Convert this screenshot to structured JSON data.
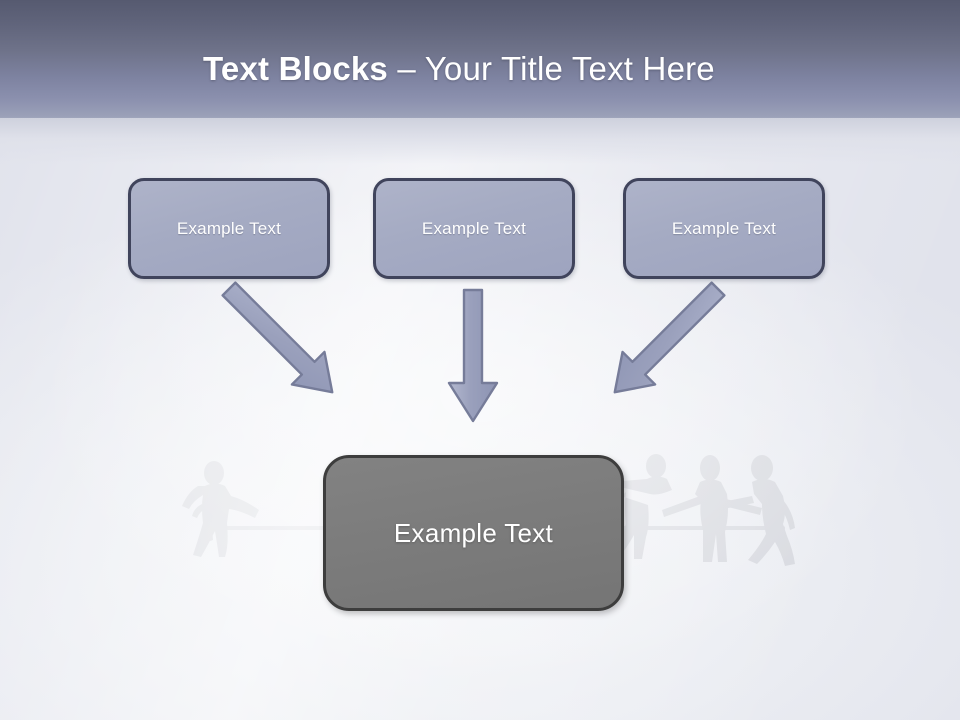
{
  "slide": {
    "title": {
      "bold_part": "Text Blocks",
      "separator": " – ",
      "light_part": "Your Title Text Here"
    },
    "theme": {
      "header_top_color": "#565a70",
      "header_bottom_color": "#9aa0b8",
      "background_color": "#e6e8ef",
      "box_fill": "#a5abc3",
      "box_border": "#40445c",
      "box_text_color": "#ffffff",
      "result_fill": "#7c7c7c",
      "result_border": "#3d3d3d",
      "arrow_fill": "#9aa0bc",
      "arrow_border": "#767c99",
      "silhouette_color": "#d6d8de"
    },
    "top_boxes": [
      {
        "id": "box-1",
        "label": "Example Text"
      },
      {
        "id": "box-2",
        "label": "Example Text"
      },
      {
        "id": "box-3",
        "label": "Example Text"
      }
    ],
    "arrows": [
      {
        "id": "arrow-left",
        "direction": "down-right",
        "from": "box-1",
        "to": "result-box"
      },
      {
        "id": "arrow-middle",
        "direction": "down",
        "from": "box-2",
        "to": "result-box"
      },
      {
        "id": "arrow-right",
        "direction": "down-left",
        "from": "box-3",
        "to": "result-box"
      }
    ],
    "result_box": {
      "id": "result-box",
      "label": "Example Text"
    },
    "background_art": {
      "name": "tug-of-war-silhouettes",
      "left_group_count": 1,
      "right_group_count": 3
    }
  }
}
